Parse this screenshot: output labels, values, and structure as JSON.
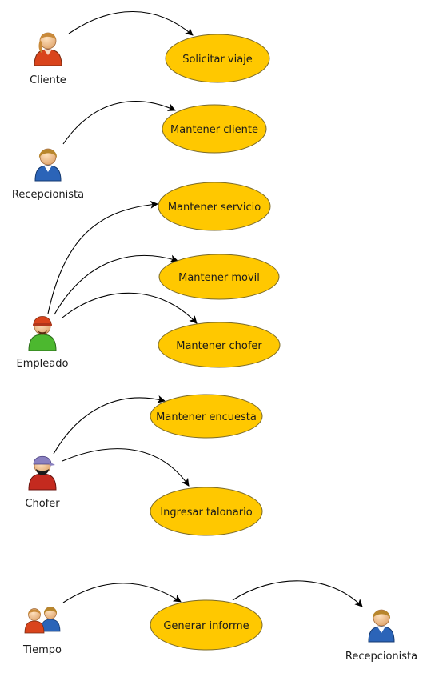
{
  "actors": {
    "cliente": "Cliente",
    "recepcionista_1": "Recepcionista",
    "empleado": "Empleado",
    "chofer": "Chofer",
    "tiempo": "Tiempo",
    "recepcionista_2": "Recepcionista"
  },
  "use_cases": {
    "solicitar_viaje": "Solicitar viaje",
    "mantener_cliente": "Mantener cliente",
    "mantener_servicio": "Mantener servicio",
    "mantener_movil": "Mantener movil",
    "mantener_chofer": "Mantener chofer",
    "mantener_encuesta": "Mantener encuesta",
    "ingresar_talonario": "Ingresar talonario",
    "generar_informe": "Generar informe"
  },
  "colors": {
    "use_case_fill": "#ffc800",
    "cliente_body": "#d9441c",
    "recepcionista_body": "#2b64b8",
    "empleado_body": "#4cb82f",
    "chofer_body": "#c42a1f",
    "skin": "#f2c192"
  }
}
